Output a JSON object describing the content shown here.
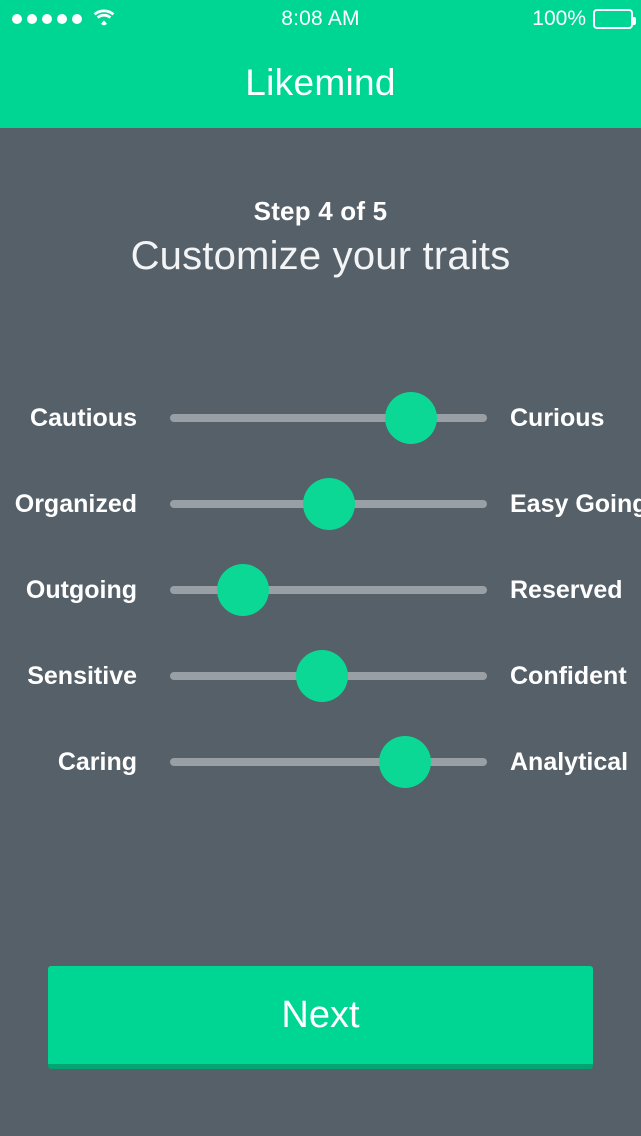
{
  "status_bar": {
    "signal_dots": 5,
    "wifi_icon": "wifi-icon",
    "time": "8:08 AM",
    "battery_percent": "100%",
    "battery_level": 100
  },
  "navbar": {
    "app_title": "Likemind"
  },
  "main": {
    "step_label": "Step 4 of 5",
    "heading": "Customize your traits",
    "sliders": [
      {
        "left_label": "Cautious",
        "right_label": "Curious",
        "value": 76
      },
      {
        "left_label": "Organized",
        "right_label": "Easy Going",
        "value": 50
      },
      {
        "left_label": "Outgoing",
        "right_label": "Reserved",
        "value": 23
      },
      {
        "left_label": "Sensitive",
        "right_label": "Confident",
        "value": 48
      },
      {
        "left_label": "Caring",
        "right_label": "Analytical",
        "value": 74
      }
    ]
  },
  "footer": {
    "next_label": "Next"
  },
  "colors": {
    "brand_green": "#00D693",
    "thumb_green": "#0BD894",
    "button_shadow_green": "#06A372",
    "background_slate": "#566068",
    "track_gray": "#98A0A6",
    "text_white": "#FFFFFF"
  }
}
